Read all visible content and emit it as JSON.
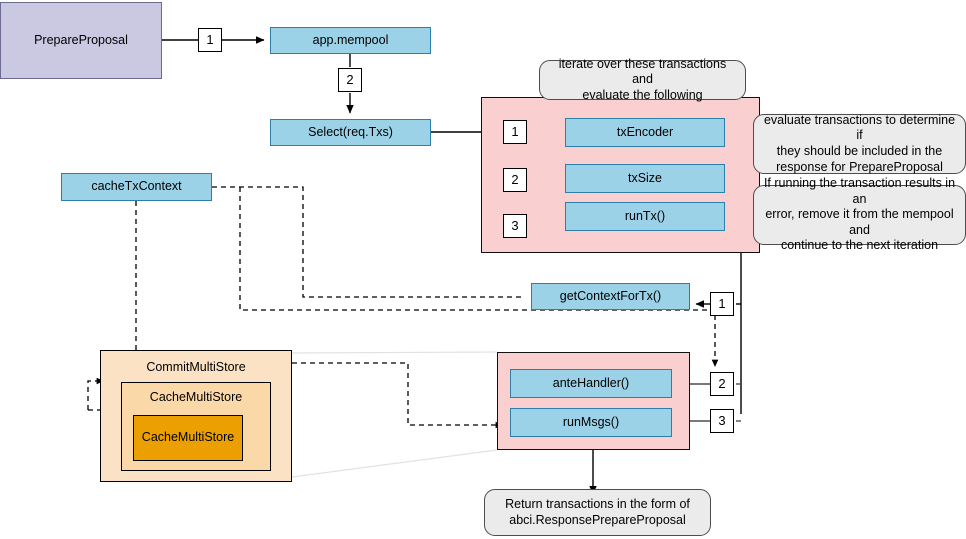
{
  "diagram": {
    "title": "PrepareProposal ABCI flow",
    "colors": {
      "purple_fill": "#cbc9e2",
      "purple_stroke": "#6b6b94",
      "blue_fill": "#9cd2e8",
      "blue_stroke": "#2b7fa8",
      "pink_fill": "#f9cfcf",
      "note_fill": "#ebebeb",
      "note_stroke": "#4d4d4d",
      "commit_fill": "#fce2c4",
      "cache_mid_fill": "#fbd8a8",
      "cache_inner_fill": "#eb9f00",
      "line": "#000000",
      "line_gray": "#666666",
      "background": "#ffffff"
    },
    "nodes": {
      "prepare_proposal": "PrepareProposal",
      "app_mempool": "app.mempool",
      "select_req_txs": "Select(req.Txs)",
      "tx_encoder": "txEncoder",
      "tx_size": "txSize",
      "run_tx": "runTx()",
      "cache_tx_context": "cacheTxContext",
      "get_context_for_tx": "getContextForTx()",
      "ante_handler": "anteHandler()",
      "run_msgs": "runMsgs()",
      "commit_multi_store": "CommitMultiStore",
      "cache_multi_store_outer": "CacheMultiStore",
      "cache_multi_store_inner": "CacheMultiStore"
    },
    "notes": {
      "iterate": [
        "iterate over these transactions and",
        "evaluate the following"
      ],
      "evaluate": [
        "evaluate transactions to determine if",
        "they should be included in the",
        "response for PrepareProposal"
      ],
      "error": [
        "If running the transaction results in an",
        "error, remove it from the mempool and",
        "continue to the next iteration"
      ],
      "return": [
        "Return transactions in the form of",
        "abci.ResponsePrepareProposal"
      ]
    },
    "step_labels": {
      "top_1": "1",
      "mempool_2": "2",
      "loop_1": "1",
      "loop_2": "2",
      "loop_3": "3",
      "ctx_1": "1",
      "ante_2": "2",
      "msgs_3": "3"
    }
  }
}
